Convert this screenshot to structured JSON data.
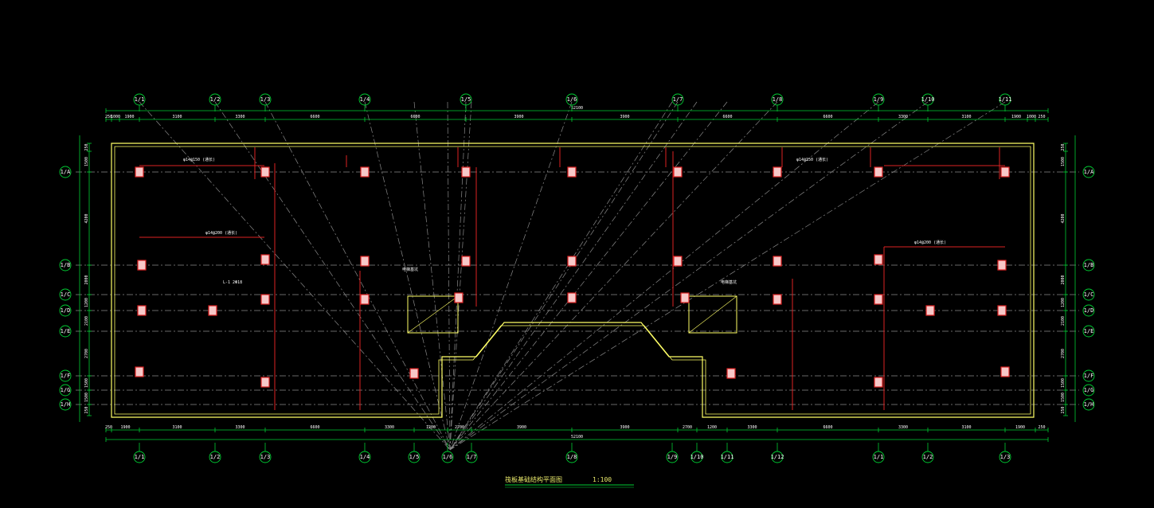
{
  "drawing": {
    "background": "#000000",
    "colors": {
      "axis_green": "#00cc33",
      "wall_yellow": "#ffff66",
      "grid_line": "#8a8a8a",
      "rebar_red": "#dd2222",
      "column_fill": "#f7c8c8",
      "text": "#ffffff"
    }
  },
  "axes": {
    "columns": [
      "1/1",
      "1/2",
      "1/3",
      "1/4",
      "1/5",
      "1/6",
      "1/7",
      "1/8",
      "1/9",
      "1/10",
      "1/11",
      "1/12"
    ],
    "rows": [
      "1/A",
      "1/B",
      "1/C",
      "1/D",
      "1/E",
      "1/F",
      "1/G",
      "1/H"
    ]
  },
  "dimensions": {
    "total": "52100",
    "top_chain": [
      "250",
      "1000",
      "1900",
      "3100",
      "3300",
      "6600",
      "6600",
      "3900",
      "3900",
      "6600",
      "6600",
      "3300",
      "3100",
      "1900",
      "1000",
      "250"
    ],
    "bottom_chain": [
      "250",
      "1900",
      "3100",
      "3300",
      "6600",
      "3300",
      "1200",
      "2700",
      "3900",
      "3900",
      "2700",
      "1200",
      "3300",
      "6600",
      "3300",
      "3100",
      "1900",
      "250"
    ],
    "side_chain": [
      "250",
      "1500",
      "4200",
      "2000",
      "1200",
      "2100",
      "2700",
      "1500",
      "1500",
      "250"
    ]
  },
  "notes": {
    "rebar": "φ14@150",
    "rebar2": "φ14@200",
    "extend": "(通长)",
    "beam_label": "L-1 2Φ18",
    "opening_note": "电梯基坑"
  },
  "title": {
    "name": "筏板基础结构平面图",
    "scale": "1:100"
  }
}
